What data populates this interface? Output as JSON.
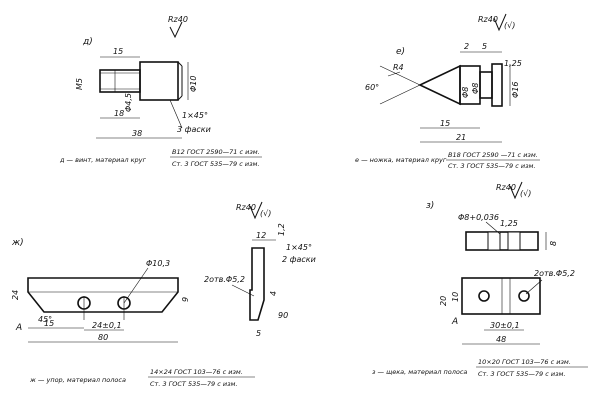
{
  "part_d": {
    "label": "д)",
    "roughness": "Rz40",
    "dims": {
      "d15": "15",
      "m5": "M5",
      "d45": "Φ4,5",
      "d10": "Φ10",
      "d18": "18",
      "d38": "38",
      "chamfer": "1×45°",
      "chamfer_count": "3 фаски"
    },
    "caption_left": "д — винт, материал круг",
    "caption_top": "В12 ГОСТ 2590—71 с изм.",
    "caption_bottom": "Ст. 3 ГОСТ 535—79 с изм."
  },
  "part_e": {
    "label": "е)",
    "roughness": "Rz40",
    "dims": {
      "d2": "2",
      "d5": "5",
      "r4": "R4",
      "a60": "60°",
      "d8": "Φ8",
      "d8b": "Φ8",
      "d16": "Φ16",
      "d15": "15",
      "d21": "21",
      "t1": "1,25"
    },
    "caption_left": "е — ножка, материал круг",
    "caption_top": "В18 ГОСТ 2590 —71 с изм.",
    "caption_bottom": "Ст. 3 ГОСТ 535—79 с изм."
  },
  "part_zh": {
    "label": "ж)",
    "roughness": "Rz40",
    "dims": {
      "d103": "Φ10,3",
      "d24": "24",
      "d45": "45°",
      "d15": "15",
      "d24t": "24±0,1",
      "d80": "80",
      "d9": "9",
      "d12": "12",
      "d1": "1,2",
      "ch": "1×45°",
      "ch_count": "2 фаски",
      "holes": "2отв.Φ5,2",
      "d4": "4",
      "d90": "90",
      "d5": "5"
    },
    "mark_a": "А",
    "caption_left": "ж — упор, материал полоса",
    "caption_top": "14×24 ГОСТ 103—76 с изм.",
    "caption_bottom": "Ст. 3 ГОСТ 535—79 с изм."
  },
  "part_z": {
    "label": "з)",
    "roughness": "Rz40",
    "dims": {
      "d8": "Φ8+0,036",
      "t": "1,25",
      "d8r": "8",
      "holes": "2отв.Φ5,2",
      "d20": "20",
      "d10": "10",
      "d30": "30±0,1",
      "d48": "48"
    },
    "mark_a": "А",
    "caption_left": "з — щека, материал полоса",
    "caption_top": "10×20 ГОСТ 103—76 с изм.",
    "caption_bottom": "Ст. 3 ГОСТ 535—79 с изм."
  }
}
